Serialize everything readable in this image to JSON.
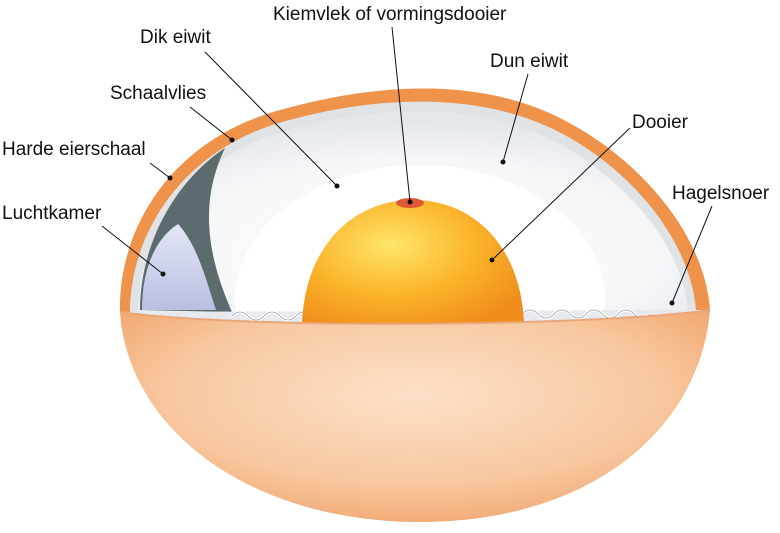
{
  "labels": {
    "kiemvlek": "Kiemvlek of vormingsdooier",
    "dik_eiwit": "Dik eiwit",
    "dun_eiwit": "Dun eiwit",
    "schaalvlies": "Schaalvlies",
    "dooier": "Dooier",
    "harde_eierschaal": "Harde eierschaal",
    "hagelsnoer": "Hagelsnoer",
    "luchtkamer": "Luchtkamer"
  },
  "colors": {
    "shell": "#f0934a",
    "shell_inner": "#f7c9a3",
    "membrane": "#5c6b6d",
    "air_cell": "#c9cde8",
    "thin_albumen": "#f2f4f6",
    "thick_albumen": "#ffffff",
    "yolk": "#fbb32a",
    "germinal_disc": "#e0583a",
    "lower_shell": "#f6c29a"
  }
}
